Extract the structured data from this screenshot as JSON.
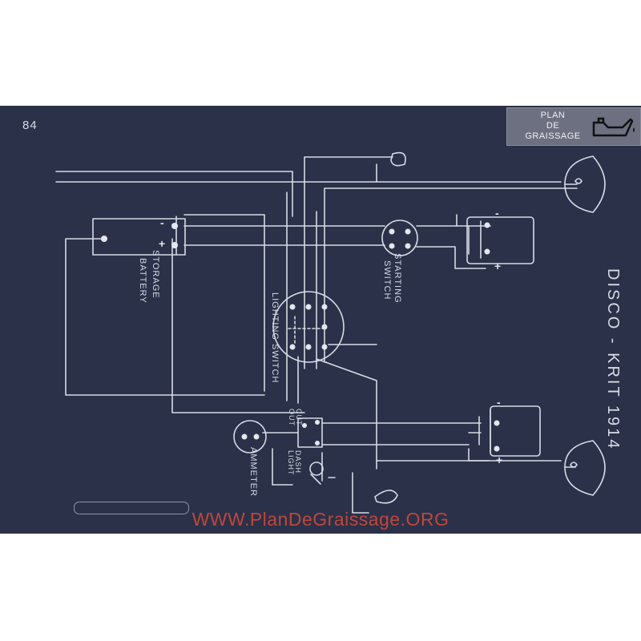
{
  "page": {
    "number": "84"
  },
  "title": {
    "vertical_text": "DISCO - KRIT 1914"
  },
  "components": {
    "storage_battery": {
      "line1": "STORAGE",
      "line2": "BATTERY",
      "neg": "-",
      "pos": "+"
    },
    "starting_switch": {
      "line1": "STARTING",
      "line2": "SWITCH"
    },
    "lighting_switch": {
      "label": "LIGHTING SWITCH"
    },
    "cut_out": {
      "line1": "CUT",
      "line2": "OUT"
    },
    "dash_light": {
      "line1": "DASH",
      "line2": "LIGHT"
    },
    "ammeter": {
      "label": "AMMETER"
    },
    "starter_motor": {
      "neg": "-",
      "pos": "+"
    },
    "generator": {
      "neg": "-",
      "pos": "+"
    }
  },
  "watermark": {
    "text": "WWW.PlanDeGraissage.ORG"
  },
  "logo": {
    "line1": "PLAN",
    "line2": "DE",
    "line3": "GRAISSAGE",
    "icon": "oil-can-icon"
  },
  "colors": {
    "plate": "#2a3148",
    "wire": "#d7dbe6",
    "watermark": "#c0463c",
    "logo_bg": "#6c7080"
  }
}
